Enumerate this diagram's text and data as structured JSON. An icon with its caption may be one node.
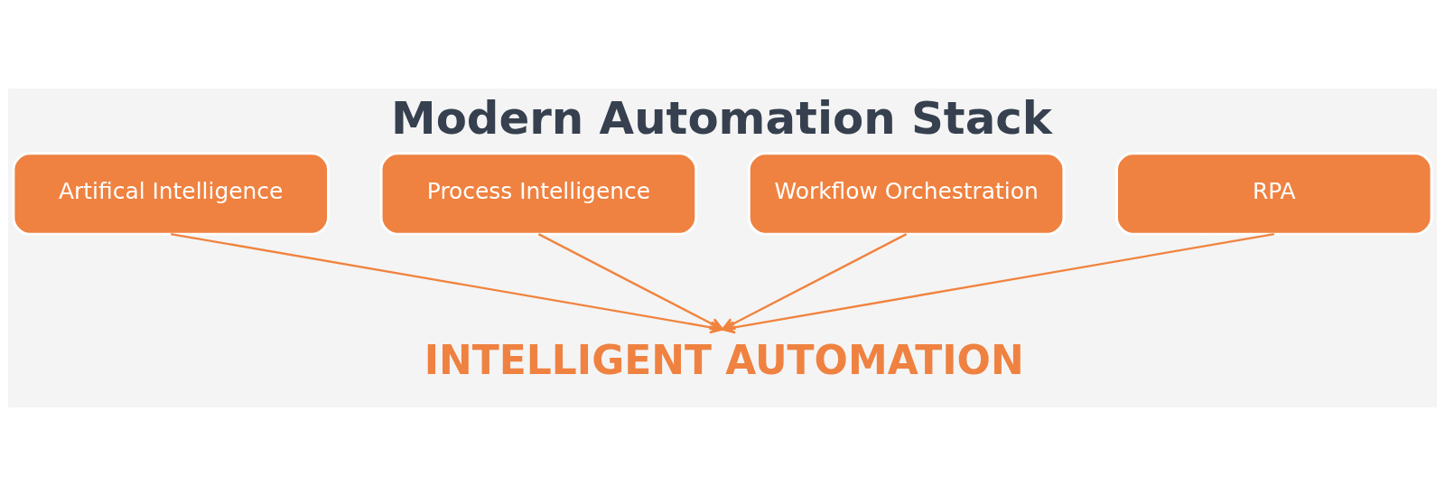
{
  "diagram": {
    "title": "Modern Automation Stack",
    "nodes": [
      {
        "text": [
          "Artifical Intelligence"
        ]
      },
      {
        "text": [
          "Process Intelligence"
        ]
      },
      {
        "text": [
          "Workflow Orchestration"
        ]
      },
      {
        "text": [
          "RPA"
        ]
      },
      {
        "text": [
          "INTELLIGENT AUTOMATION"
        ]
      }
    ],
    "edges": [
      {
        "from": 0,
        "to": 4,
        "arrow": "to"
      },
      {
        "from": 1,
        "to": 4,
        "arrow": "to"
      },
      {
        "from": 2,
        "to": 4,
        "arrow": "to"
      },
      {
        "from": 3,
        "to": 4,
        "arrow": "to"
      }
    ]
  }
}
